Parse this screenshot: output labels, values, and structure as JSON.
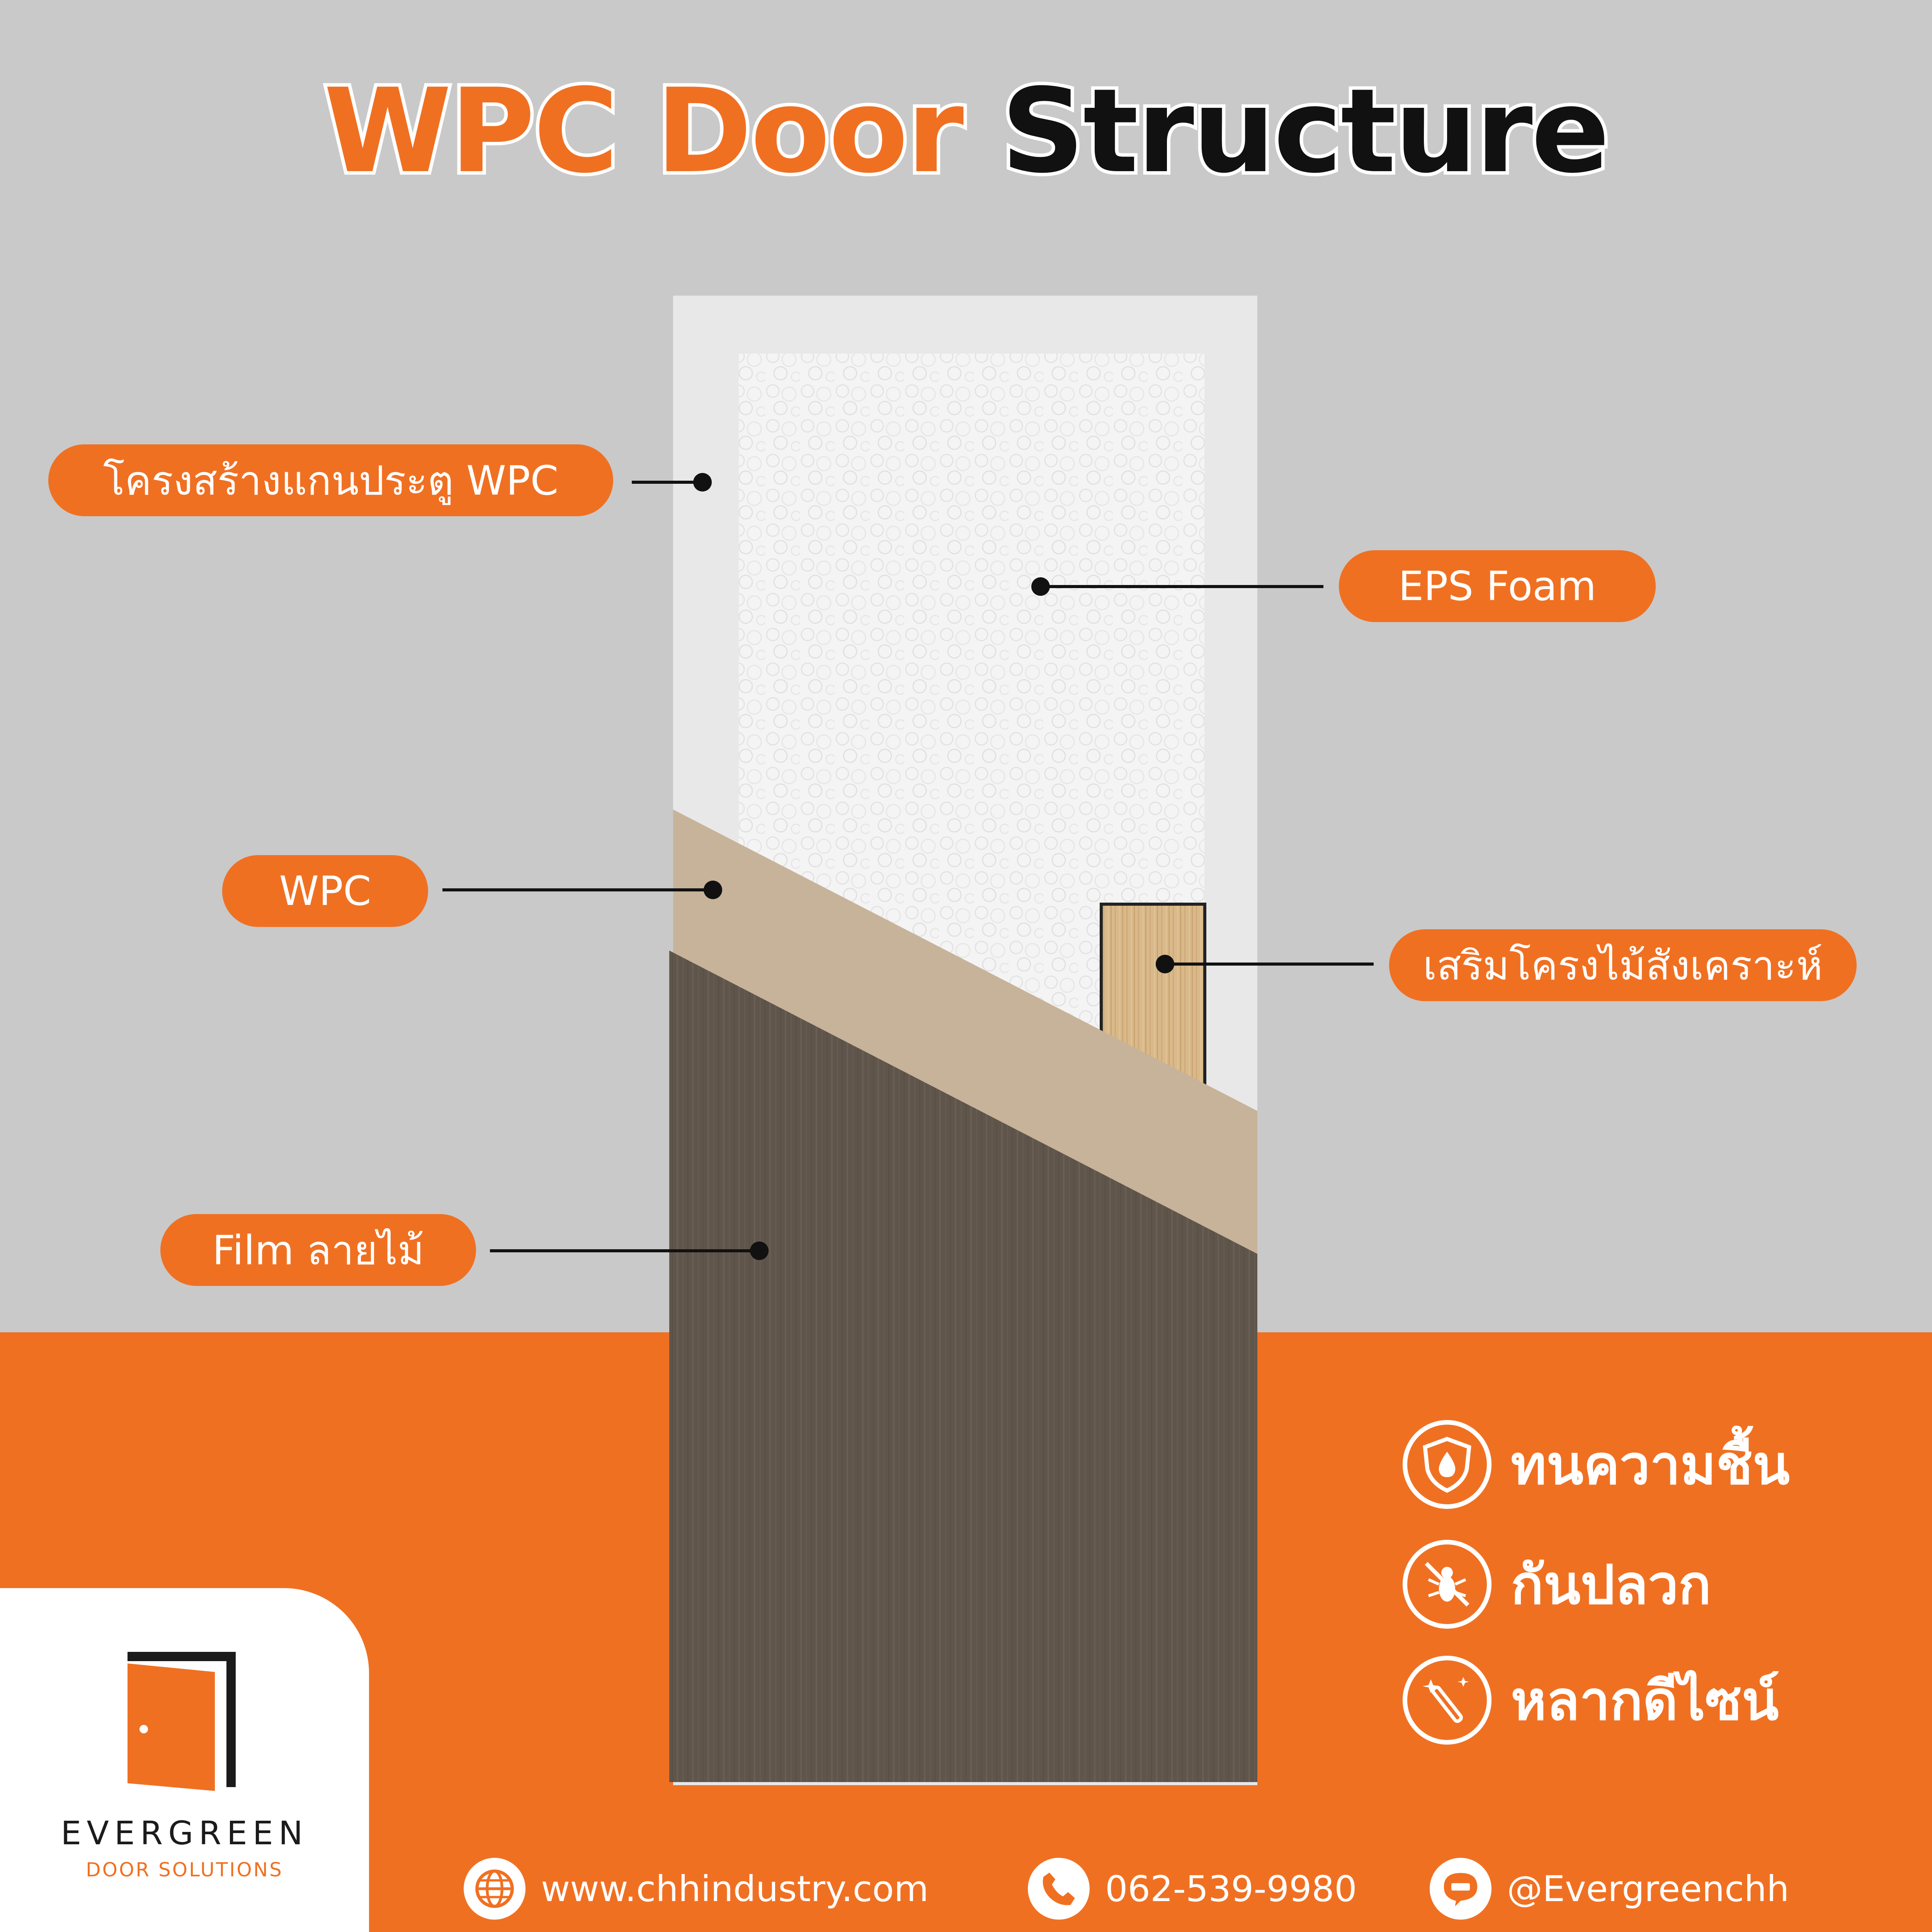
{
  "title": {
    "part1": "WPC Door",
    "part2": "Structure"
  },
  "callouts": {
    "frame": "โครงสร้างแกนประตู WPC",
    "foam": "EPS Foam",
    "wpc": "WPC",
    "reinforce": "เสริมโครงไม้สังเคราะห์",
    "film": "Film ลายไม้"
  },
  "features": [
    {
      "label": "ทนความชื้น",
      "icon": "shield-drop-icon"
    },
    {
      "label": "กันปลวก",
      "icon": "no-termite-icon"
    },
    {
      "label": "หลากดีไซน์",
      "icon": "magic-wand-icon"
    }
  ],
  "brand": {
    "name": "EVERGREEN",
    "tagline": "DOOR SOLUTIONS",
    "icon": "door-logo-icon"
  },
  "contacts": [
    {
      "text": "www.chhindustry.com",
      "icon": "globe-icon"
    },
    {
      "text": "062-539-9980",
      "icon": "phone-icon"
    },
    {
      "text": "@Evergreenchh",
      "icon": "line-icon"
    }
  ],
  "colors": {
    "background": "#c9c9c9",
    "accent": "#f07022",
    "door_frame": "#e8e8e8",
    "foam": "#f4f4f4",
    "wpc_layer": "#c7b39a",
    "wood_film": "#5f554b",
    "synthetic_wood": "#d9b98a"
  }
}
